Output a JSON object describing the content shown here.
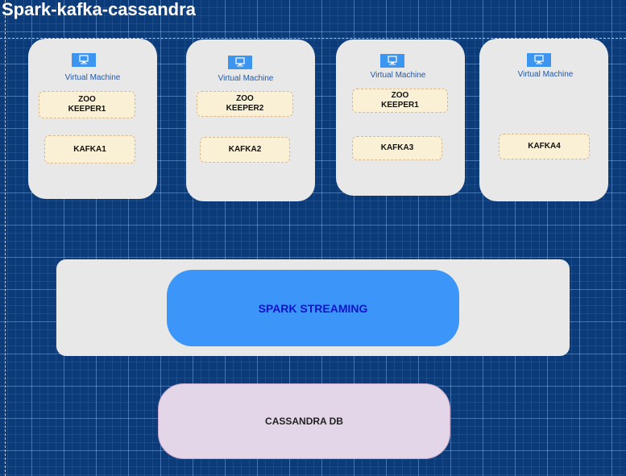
{
  "title": "Spark-kafka-cassandra",
  "vms": [
    {
      "label": "Virtual Machine",
      "zookeeper": "ZOO\nKEEPER1",
      "kafka": "KAFKA1"
    },
    {
      "label": "Virtual Machine",
      "zookeeper": "ZOO\nKEEPER2",
      "kafka": "KAFKA2"
    },
    {
      "label": "Virtual Machine",
      "zookeeper": "ZOO\nKEEPER1",
      "kafka": "KAFKA3"
    },
    {
      "label": "Virtual Machine",
      "kafka": "KAFKA4"
    }
  ],
  "spark": {
    "label": "SPARK STREAMING"
  },
  "cassandra": {
    "label": "CASSANDRA DB"
  },
  "icons": {
    "vm": "virtual-machine-icon"
  },
  "colors": {
    "background": "#0b3b78",
    "vm_box": "#e8e8e8",
    "service_box": "#faf0d5",
    "spark": "#3c96fa",
    "spark_text": "#1212cc",
    "cassandra": "#e3d6e8"
  }
}
